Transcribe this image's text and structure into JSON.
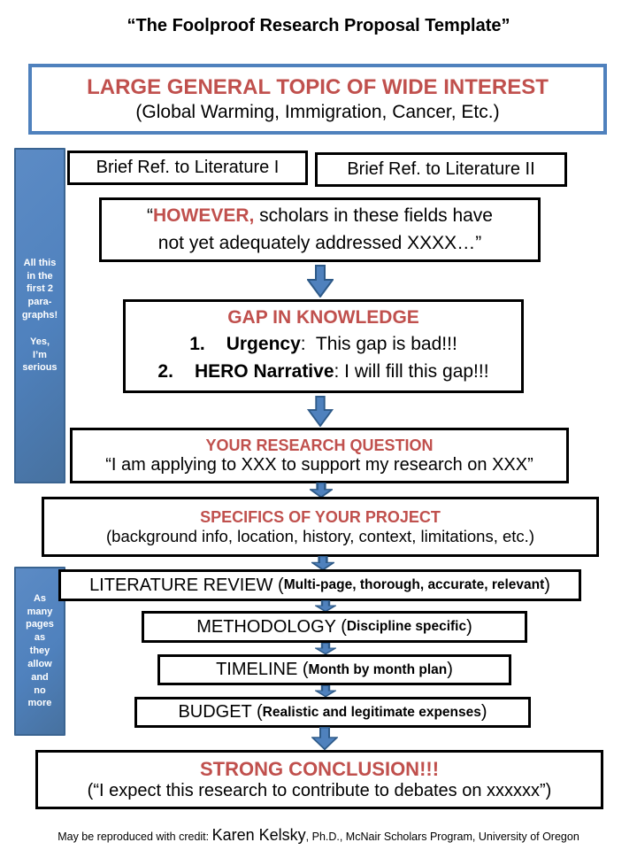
{
  "title": "“The Foolproof Research Proposal Template”",
  "colors": {
    "accent_red": "#C0504D",
    "accent_blue_fill": "#4F81BD",
    "accent_blue_border": "#2E5A88",
    "box_border_black": "#000000"
  },
  "topic_box": {
    "heading": "LARGE GENERAL TOPIC OF WIDE INTEREST",
    "examples": "(Global Warming, Immigration, Cancer, Etc.)"
  },
  "sidebar_top": {
    "lines": [
      "All this",
      "in the",
      "first 2",
      "para-",
      "graphs!",
      "",
      "Yes,",
      "I’m",
      "serious"
    ]
  },
  "sidebar_bottom": {
    "lines": [
      "As",
      "many",
      "pages",
      "as",
      "they",
      "allow",
      "and",
      "no",
      "more"
    ]
  },
  "literature_refs": {
    "ref1": "Brief Ref. to Literature I",
    "ref2": "Brief Ref. to Literature II"
  },
  "however_box": {
    "open_quote": "“",
    "emphasis": "HOWEVER,",
    "line1_rest": " scholars in these fields have",
    "line2": "not yet adequately addressed XXXX…”"
  },
  "gap_box": {
    "heading": "GAP IN KNOWLEDGE",
    "item1": {
      "num": "1.",
      "bold": "Urgency",
      "rest": ":  This gap is bad!!!"
    },
    "item2": {
      "num": "2.",
      "bold": "HERO Narrative",
      "rest": ": I will fill this gap!!!"
    }
  },
  "research_question_box": {
    "heading": "YOUR RESEARCH QUESTION",
    "quote": "“I am applying to XXX to support my research on XXX”"
  },
  "specifics_box": {
    "heading": "SPECIFICS OF YOUR PROJECT",
    "detail": "(background info, location, history, context, limitations, etc.)"
  },
  "literature_review_box": {
    "label": "LITERATURE REVIEW (",
    "detail": "Multi-page, thorough, accurate, relevant",
    "close": ")"
  },
  "methodology_box": {
    "label": "METHODOLOGY (",
    "detail": "Discipline specific",
    "close": ")"
  },
  "timeline_box": {
    "label": "TIMELINE (",
    "detail": "Month by month plan",
    "close": ")"
  },
  "budget_box": {
    "label": "BUDGET (",
    "detail": "Realistic and legitimate expenses",
    "close": ")"
  },
  "conclusion_box": {
    "heading": "STRONG CONCLUSION!!!",
    "quote": "(“I expect this research to contribute to debates on xxxxxx”)"
  },
  "footer": {
    "prefix": "May be reproduced with credit: ",
    "name": "Karen Kelsky",
    "suffix": ", Ph.D., McNair Scholars Program, University of Oregon"
  }
}
